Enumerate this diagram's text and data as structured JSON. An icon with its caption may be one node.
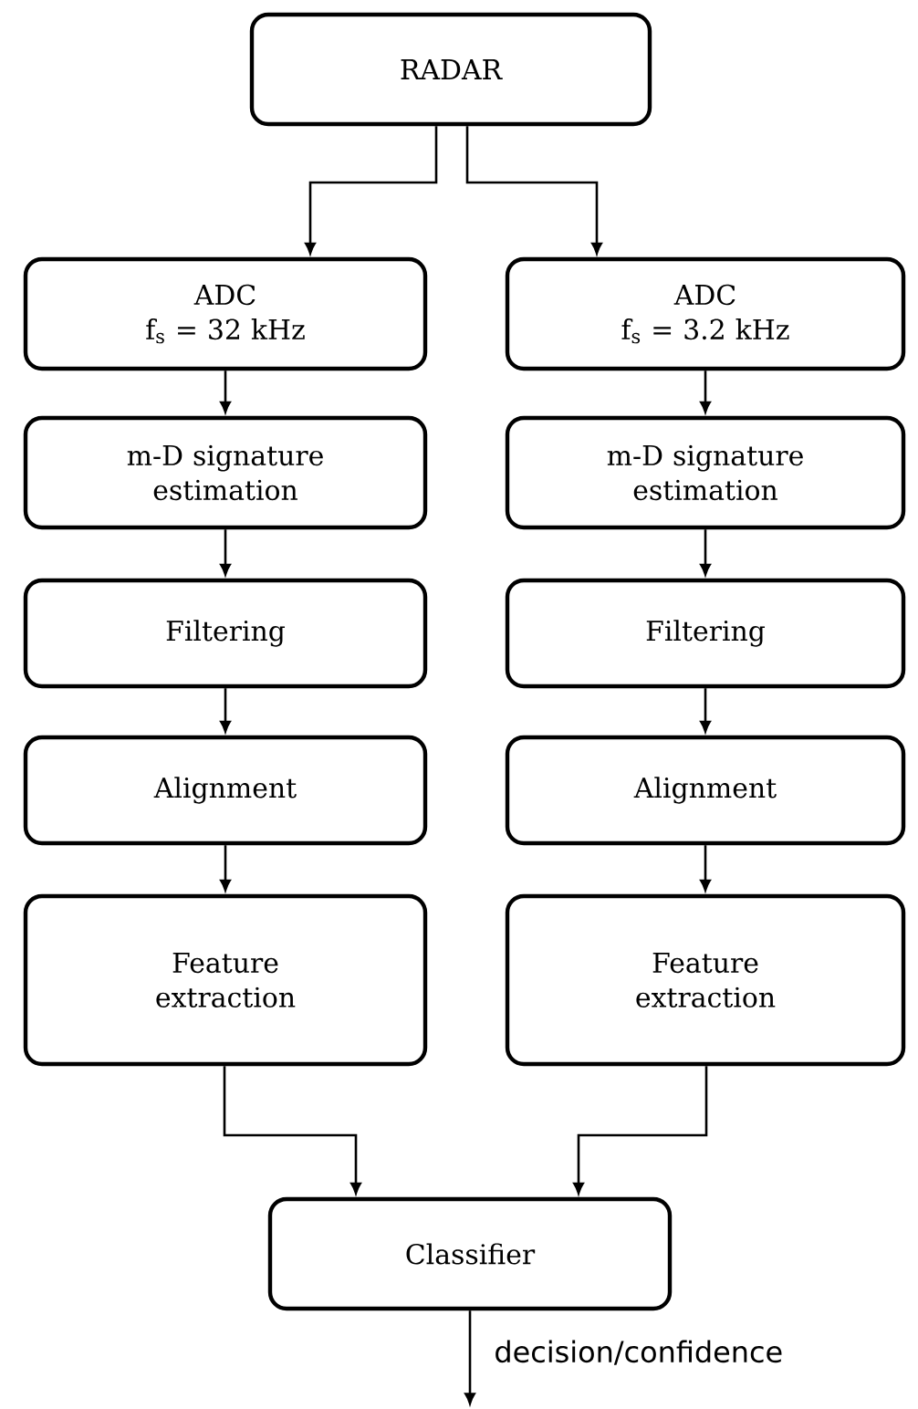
{
  "diagram": {
    "nodes": [
      {
        "text": [
          "RADAR"
        ]
      },
      {
        "text": [
          "ADC",
          "f$_{s}$ = 32 kHz"
        ]
      },
      {
        "text": [
          "ADC",
          "f$_{s}$ = 3.2 kHz"
        ]
      },
      {
        "text": [
          "m-D signature estimation"
        ]
      },
      {
        "text": [
          "m-D signature estimation"
        ]
      },
      {
        "text": [
          "Filtering"
        ]
      },
      {
        "text": [
          "Filtering"
        ]
      },
      {
        "text": [
          "Alignment"
        ]
      },
      {
        "text": [
          "Alignment"
        ]
      },
      {
        "text": [
          "Feature extraction"
        ]
      },
      {
        "text": [
          "Feature extraction"
        ]
      },
      {
        "text": [
          "Classifier"
        ]
      }
    ],
    "edges": [
      {
        "from": 0,
        "to": 1,
        "arrow": "to"
      },
      {
        "from": 0,
        "to": 2,
        "arrow": "to"
      },
      {
        "from": 1,
        "to": 3,
        "arrow": "to"
      },
      {
        "from": 2,
        "to": 4,
        "arrow": "to"
      },
      {
        "from": 3,
        "to": 5,
        "arrow": "to"
      },
      {
        "from": 4,
        "to": 6,
        "arrow": "to"
      },
      {
        "from": 5,
        "to": 7,
        "arrow": "to"
      },
      {
        "from": 6,
        "to": 8,
        "arrow": "to"
      },
      {
        "from": 7,
        "to": 9,
        "arrow": "to"
      },
      {
        "from": 8,
        "to": 10,
        "arrow": "to"
      },
      {
        "from": 9,
        "to": 11,
        "arrow": "to"
      },
      {
        "from": 10,
        "to": 11,
        "arrow": "to"
      },
      {
        "from": 11,
        "to": null,
        "arrow": "to",
        "label": "decision/confidence"
      }
    ]
  }
}
